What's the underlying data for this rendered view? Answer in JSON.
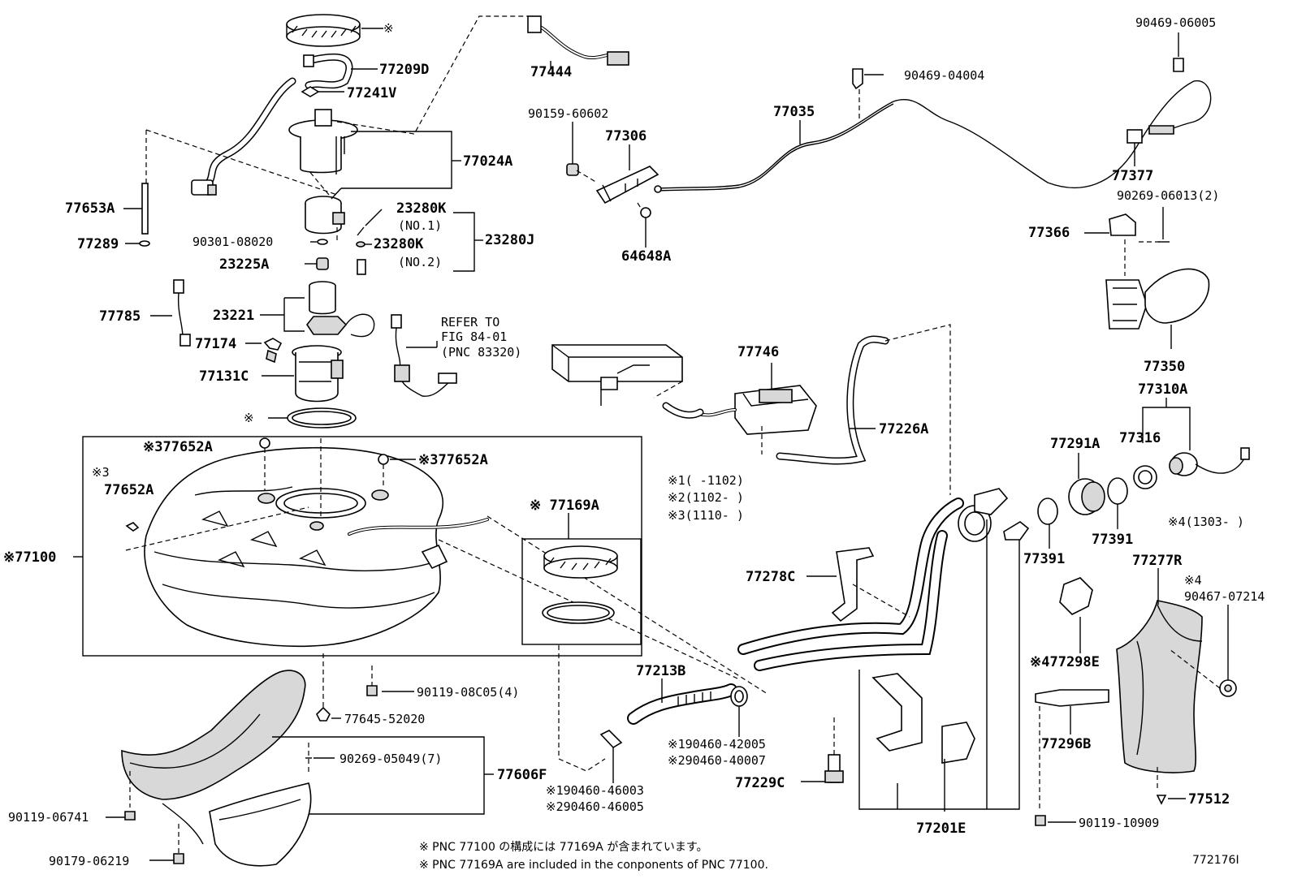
{
  "labels": {
    "p77209d": "77209D",
    "p77241v": "77241V",
    "p77024a": "77024A",
    "p77653a": "77653A",
    "p77289": "77289",
    "p90301": "90301-08020",
    "p23280k1": "23280K",
    "p23280k1b": "(NO.1)",
    "p23280k2": "23280K",
    "p23280k2b": "(NO.2)",
    "p23280j": "23280J",
    "p23225a": "23225A",
    "p77785": "77785",
    "p23221": "23221",
    "p77174": "77174",
    "p77131c": "77131C",
    "refer1": "REFER TO",
    "refer2": "FIG 84-01",
    "refer3": "(PNC 83320)",
    "p77444": "77444",
    "p90159": "90159-60602",
    "p77306": "77306",
    "p64648a": "64648A",
    "p77035": "77035",
    "p90469_04004": "90469-04004",
    "p90469_06005": "90469-06005",
    "p77377": "77377",
    "p90269_06013": "90269-06013(2)",
    "p77366": "77366",
    "p77350": "77350",
    "p77310a": "77310A",
    "p77746": "77746",
    "p77226a": "77226A",
    "p77652a_1": "※377652A",
    "p77652a_2": "※377652A",
    "p77652a_3a": "※3",
    "p77652a_3b": "77652A",
    "p77169a": "※ 77169A",
    "p77100": "※77100",
    "p77291a": "77291A",
    "p77316": "77316",
    "p77391a": "77391",
    "p77391b": "77391",
    "p77278c": "77278C",
    "p77277r": "77277R",
    "p90467a": "※4",
    "p90467b": "90467-07214",
    "p77298e": "※477298E",
    "p77296b": "77296B",
    "p77512": "77512",
    "p90119_10909": "90119-10909",
    "p77213b": "77213B",
    "p90460_42005": "※190460-42005",
    "p90460_40007": "※290460-40007",
    "p77229c": "77229C",
    "p77201e": "77201E",
    "p90460_46003": "※190460-46003",
    "p90460_46005": "※290460-46005",
    "p90119_08c05": "90119-08C05(4)",
    "p77645": "77645-52020",
    "p90269_05049": "90269-05049(7)",
    "p77606f": "77606F",
    "p90119_06741": "90119-06741",
    "p90179": "90179-06219",
    "mark_ring": "※",
    "mark_gasket": "※",
    "code1": "※1(   -1102)",
    "code2": "※2(1102-   )",
    "code3": "※3(1110-   )",
    "code4": "※4(1303-   )",
    "footnote_jp": "※ PNC 77100 の構成には 77169A が含まれています。",
    "footnote_en": "※ PNC 77169A are included in the conponents of PNC 77100.",
    "figure_id": "772176I"
  }
}
